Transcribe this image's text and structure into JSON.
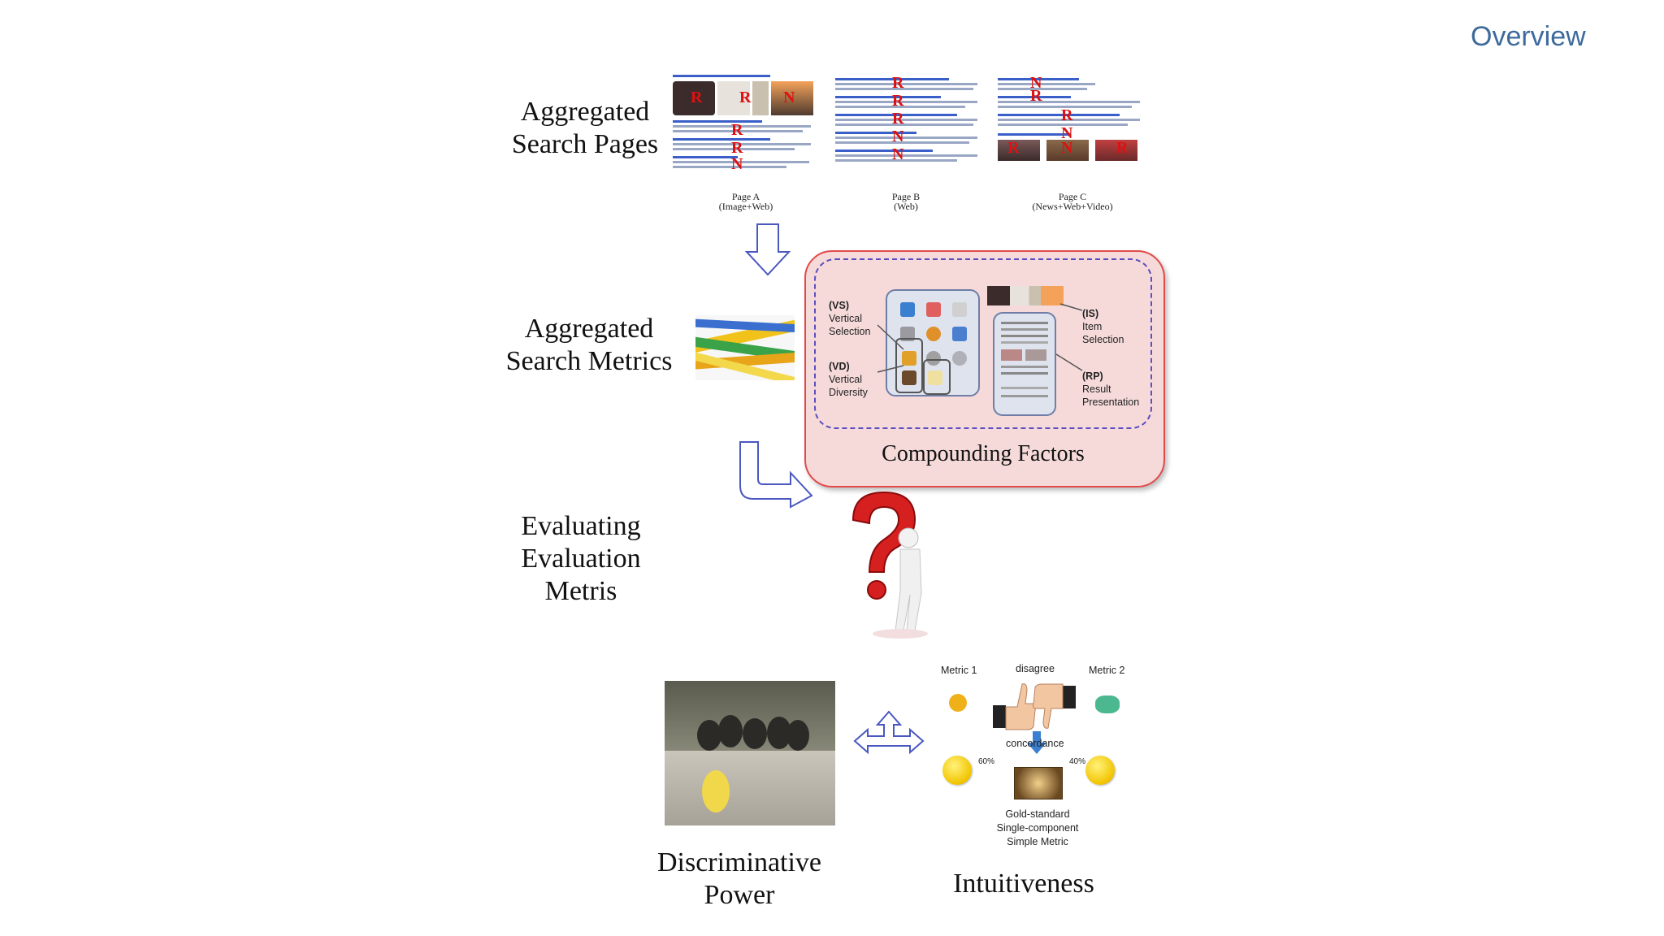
{
  "slide": {
    "title": "Overview",
    "sections": {
      "pages_heading": "Aggregated\nSearch Pages",
      "metrics_heading": "Aggregated\nSearch Metrics",
      "evaluating_heading": "Evaluating\nEvaluation\nMetris",
      "discriminative_heading": "Discriminative\nPower",
      "intuitiveness_heading": "Intuitiveness"
    },
    "pages": [
      {
        "caption": "Page A\n(Image+Web)"
      },
      {
        "caption": "Page B\n(Web)"
      },
      {
        "caption": "Page C\n(News+Web+Video)"
      }
    ],
    "relevance_marks": [
      "R",
      "N"
    ],
    "factors": {
      "title": "Compounding Factors",
      "vs": {
        "code": "(VS)",
        "label": "Vertical\nSelection"
      },
      "vd": {
        "code": "(VD)",
        "label": "Vertical\nDiversity"
      },
      "is": {
        "code": "(IS)",
        "label": "Item\nSelection"
      },
      "rp": {
        "code": "(RP)",
        "label": "Result\nPresentation"
      }
    },
    "intuitiveness_diagram": {
      "metric1": "Metric 1",
      "metric2": "Metric 2",
      "disagree": "disagree",
      "concordance": "concordance",
      "pct_left": "60%",
      "pct_right": "40%",
      "gold_standard": "Gold-standard\nSingle-component\nSimple Metric"
    },
    "colors": {
      "title": "#3d6a9c",
      "panel_fill": "#f6dada",
      "panel_border": "#e24a4a",
      "dashed": "#5a4ec0",
      "arrow": "#4a58c0",
      "mark_red": "#dd1111"
    }
  }
}
